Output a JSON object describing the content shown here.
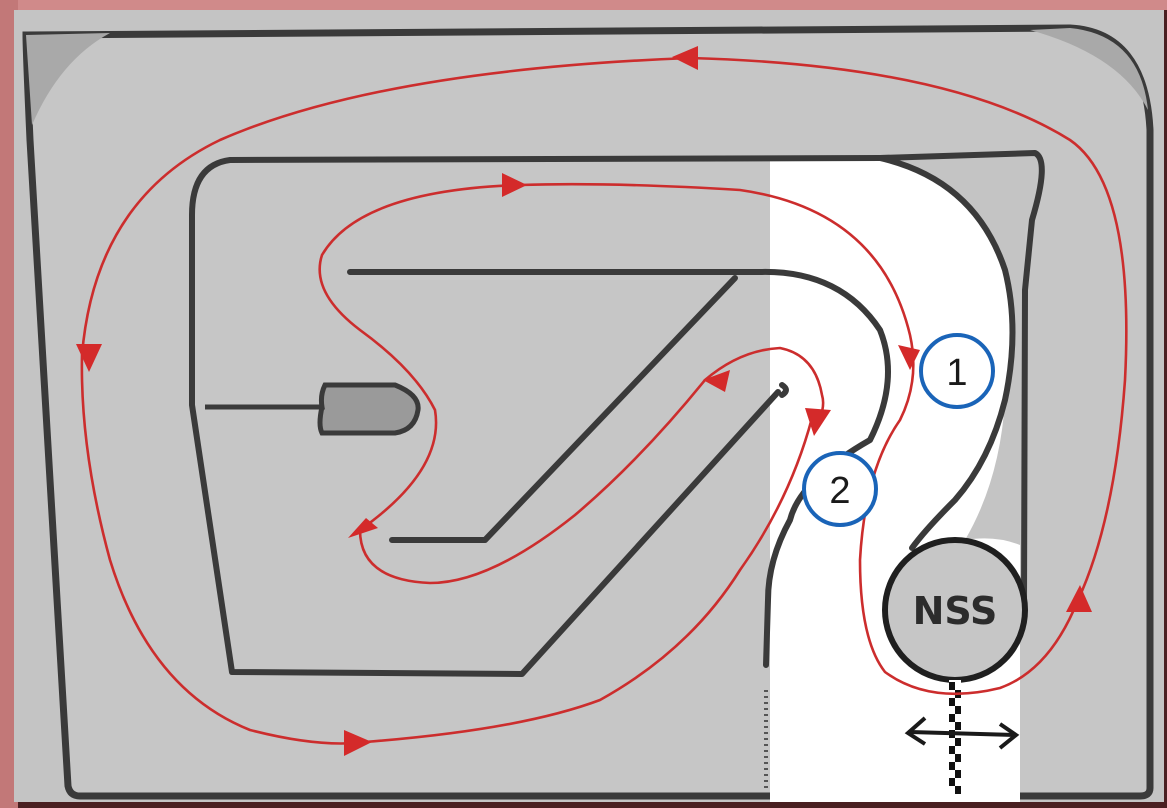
{
  "diagram": {
    "markers": [
      {
        "label": "1"
      },
      {
        "label": "2"
      }
    ],
    "nss_label": "NSS"
  },
  "colors": {
    "background": "#c4c4c4",
    "pit_lane": "#ffffff",
    "route": "#cc2d2d",
    "marker_ring": "#1a64b8",
    "track_line": "#3a3a3a",
    "frame": "#5a2a2c"
  }
}
